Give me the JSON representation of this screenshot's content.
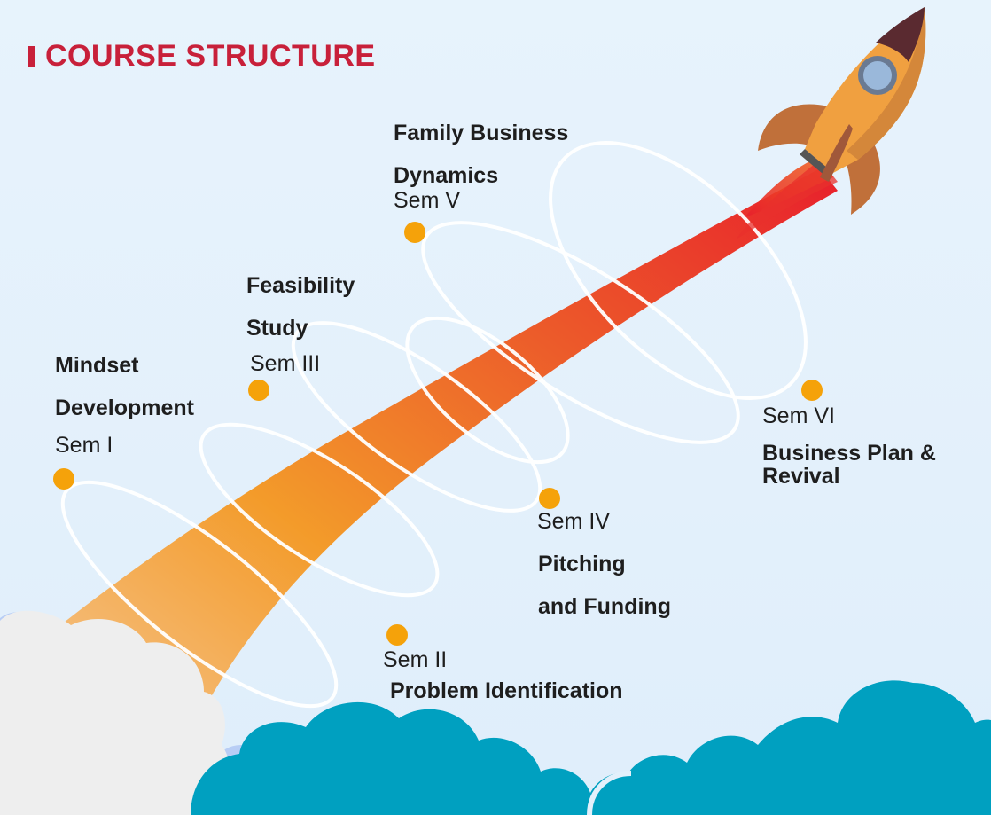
{
  "title": "COURSE STRUCTURE",
  "stages": [
    {
      "sem": "Sem I",
      "topic_lines": [
        "Mindset",
        "Development"
      ]
    },
    {
      "sem": "Sem II",
      "topic_lines": [
        "Problem Identification"
      ]
    },
    {
      "sem": "Sem III",
      "topic_lines": [
        "Feasibility",
        "Study"
      ]
    },
    {
      "sem": "Sem IV",
      "topic_lines": [
        "Pitching",
        "and Funding"
      ]
    },
    {
      "sem": "Sem V",
      "topic_lines": [
        "Family Business",
        "Dynamics"
      ]
    },
    {
      "sem": "Sem VI",
      "topic_lines": [
        "Business Plan &",
        "Revival"
      ]
    }
  ],
  "colors": {
    "title": "#c8203a",
    "node": "#f5a20a",
    "trail_start": "#f4c89a",
    "trail_mid": "#f08a2a",
    "trail_end": "#e8202c",
    "cloud_teal": "#00a0c0",
    "cloud_white": "#eeeeee",
    "rocket_body": "#f0a040",
    "rocket_nose": "#5a2a30",
    "rocket_fin": "#c0703a"
  }
}
